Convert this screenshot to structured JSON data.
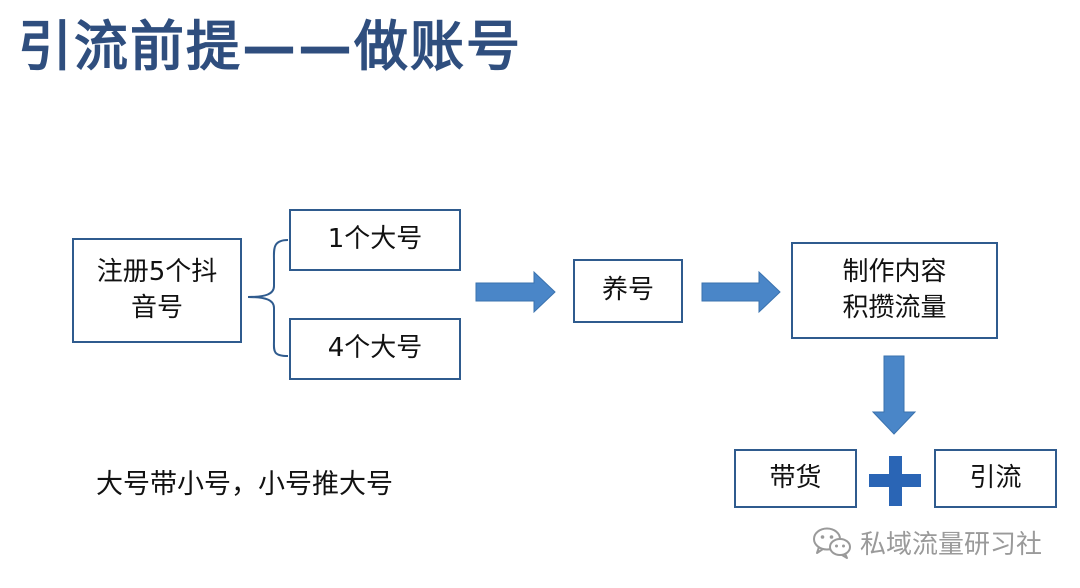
{
  "title": "引流前提——做账号",
  "nodes": {
    "register": {
      "line1": "注册5个抖",
      "line2": "音号"
    },
    "big1": "1个大号",
    "big4": "4个大号",
    "nurture": "养号",
    "content": {
      "line1": "制作内容",
      "line2": "积攒流量"
    },
    "sales": "带货",
    "traffic": "引流"
  },
  "caption": "大号带小号，小号推大号",
  "watermark": {
    "icon": "wechat-icon",
    "text": "私域流量研习社"
  },
  "colors": {
    "title": "#2f4e7e",
    "border": "#2f5b8e",
    "arrow": "#4a86c8",
    "plus": "#2a65b5"
  }
}
